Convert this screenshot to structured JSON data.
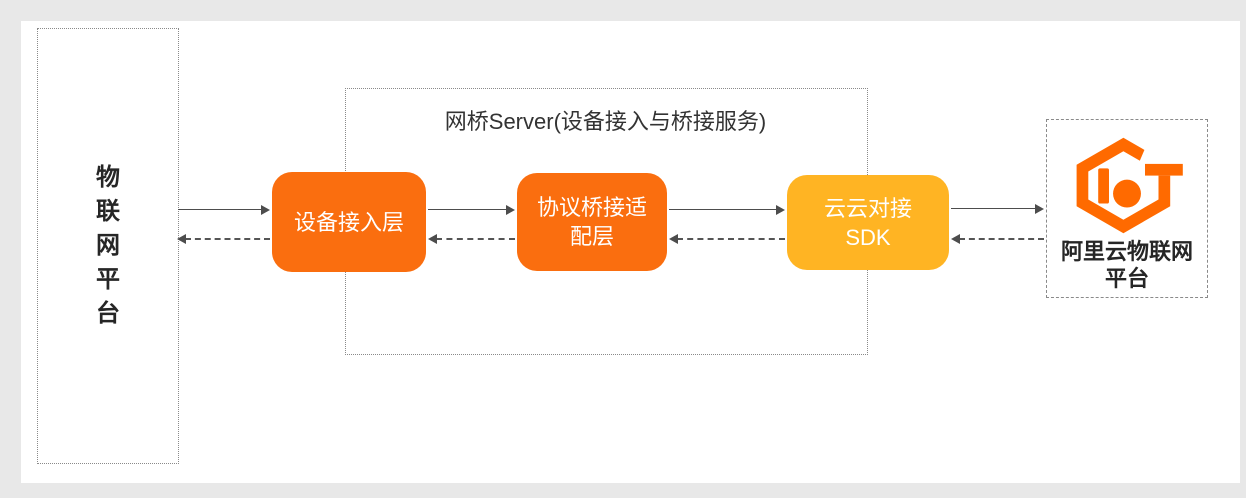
{
  "diagram": {
    "left_platform": {
      "label": "物\n联\n网\n平\n台"
    },
    "bridge_server": {
      "title": "网桥Server(设备接入与桥接服务)",
      "layers": [
        {
          "label": "设备接入层",
          "color": "#FA6E0F"
        },
        {
          "label": "协议桥接适\n配层",
          "color": "#FA6E0F"
        },
        {
          "label": "云云对接\nSDK",
          "color": "#FFB423"
        }
      ]
    },
    "cloud_platform": {
      "label": "阿里云物联网\n平台",
      "logo_icon": "aliyun-iot-hexagon-logo"
    },
    "arrows": {
      "forward_style": "solid-right",
      "backward_style": "dashed-left"
    },
    "colors": {
      "layer_orange": "#FA6E0F",
      "layer_yellow": "#FFB423",
      "logo_orange": "#FF6A00",
      "arrow_gray": "#4D4D4D",
      "border_gray": "#8A8A8A",
      "text_dark": "#262626",
      "panel_bg": "#FFFFFF",
      "page_bg": "#E8E8E8"
    }
  }
}
